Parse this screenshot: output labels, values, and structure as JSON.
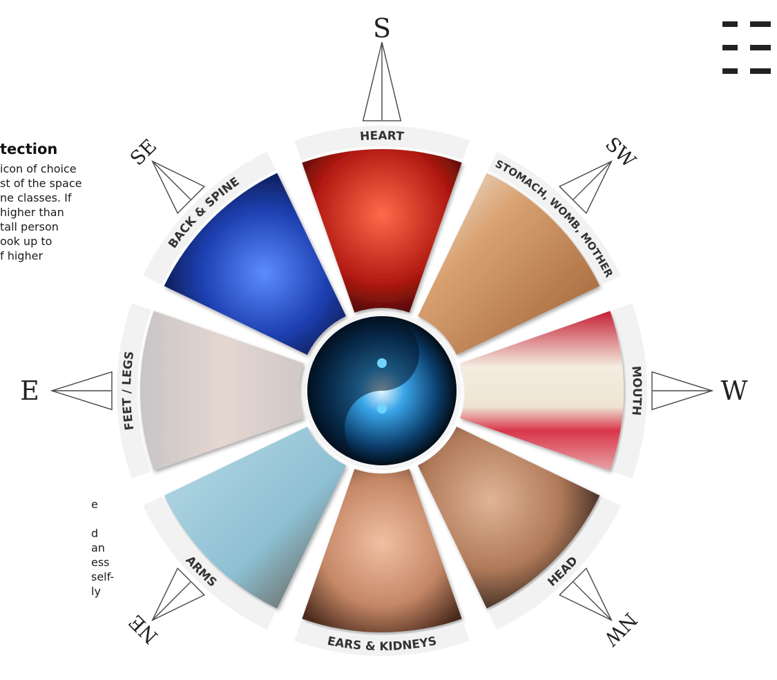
{
  "background_text": {
    "title": "tection",
    "paragraph_top": [
      "icon of choice",
      "st of the space",
      "ne classes. If",
      "higher than",
      "tall person",
      "ook up to",
      "f higher"
    ],
    "paragraph_bottom": [
      "e",
      "",
      "d",
      "an",
      "ess",
      "self-",
      "ly"
    ]
  },
  "compass": {
    "S": "S",
    "SE": "SE",
    "SW": "SW",
    "E": "E",
    "W": "W",
    "NE": "NE",
    "NW": "NW"
  },
  "segments": [
    {
      "label": "HEART",
      "image": "heart-anatomy",
      "color": "#c8281c"
    },
    {
      "label": "STOMACH, WOMB, MOTHER",
      "image": "pregnant-belly",
      "color": "#c98b5a"
    },
    {
      "label": "MOUTH",
      "image": "smiling-mouth",
      "color": "#d13a4a"
    },
    {
      "label": "HEAD",
      "image": "bald-head-profile",
      "color": "#b98668"
    },
    {
      "label": "EARS & KIDNEYS",
      "image": "human-ear",
      "color": "#c48766"
    },
    {
      "label": "ARMS",
      "image": "ballet-dancer-arms",
      "color": "#9cc7d8"
    },
    {
      "label": "FEET / LEGS",
      "image": "ballet-feet",
      "color": "#d9d5d4"
    },
    {
      "label": "BACK & SPINE",
      "image": "spine-xray",
      "color": "#1d3fb0"
    }
  ],
  "center": {
    "icon": "yin-yang-icon",
    "color": "#1f8fd6"
  }
}
